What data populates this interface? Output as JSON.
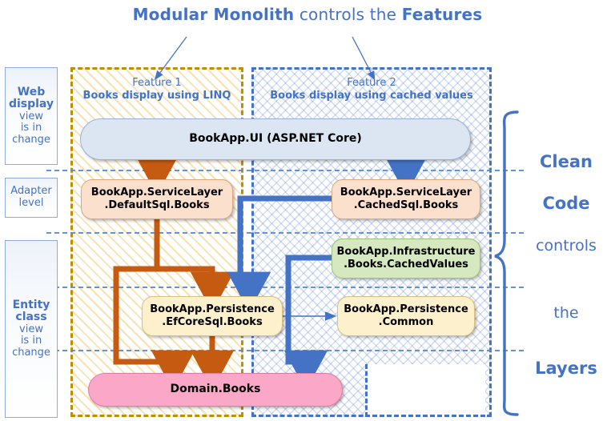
{
  "title": {
    "part1": "Modular Monolith",
    "part2": " controls the ",
    "part3": "Features"
  },
  "sidebar": {
    "items": [
      {
        "name": "web-display",
        "head1": "Web",
        "head2": "display",
        "sub1": "view",
        "sub2": "is in",
        "sub3": "change"
      },
      {
        "name": "adapter-level",
        "head1": "Adapter",
        "head2": "level",
        "sub1": "",
        "sub2": "",
        "sub3": ""
      },
      {
        "name": "entity-class",
        "head1": "Entity",
        "head2": "class",
        "sub1": "view",
        "sub2": "is in",
        "sub3": "change"
      }
    ]
  },
  "features": [
    {
      "name": "feature-1",
      "label": "Feature 1",
      "description": "Books display using LINQ",
      "color": "#bf8f00"
    },
    {
      "name": "feature-2",
      "label": "Feature 2",
      "description": "Books display using cached values",
      "color": "#4472c4"
    }
  ],
  "nodes": [
    {
      "name": "bookapp-ui",
      "line1": "BookApp.UI (ASP.NET Core)",
      "line2": "",
      "fill": "#dce6f2"
    },
    {
      "name": "servicelayer-defaultsql",
      "line1": "BookApp.ServiceLayer",
      "line2": ".DefaultSql.Books",
      "fill": "#fbe0ce"
    },
    {
      "name": "servicelayer-cachedsql",
      "line1": "BookApp.ServiceLayer",
      "line2": ".CachedSql.Books",
      "fill": "#fbe0ce"
    },
    {
      "name": "infrastructure-cachedvalues",
      "line1": "BookApp.Infrastructure",
      "line2": ".Books.CachedValues",
      "fill": "#d6e8c0"
    },
    {
      "name": "persistence-efcoresql",
      "line1": "BookApp.Persistence",
      "line2": ".EfCoreSql.Books",
      "fill": "#fcf0cd"
    },
    {
      "name": "persistence-common",
      "line1": "BookApp.Persistence",
      "line2": ".Common",
      "fill": "#fcf0cd"
    },
    {
      "name": "domain-books",
      "line1": "Domain.Books",
      "line2": "",
      "fill": "#fba7c8"
    }
  ],
  "brace_text": {
    "word1": "Clean",
    "word2": "Code",
    "word3": "controls",
    "word4": "the",
    "word5": "Layers"
  },
  "colors": {
    "accent_blue": "#4472c4",
    "feature1_gold": "#bf8f00",
    "arrow_orange": "#c55a11",
    "arrow_blue": "#4472c4",
    "divider_blue": "#5b8ed6"
  }
}
